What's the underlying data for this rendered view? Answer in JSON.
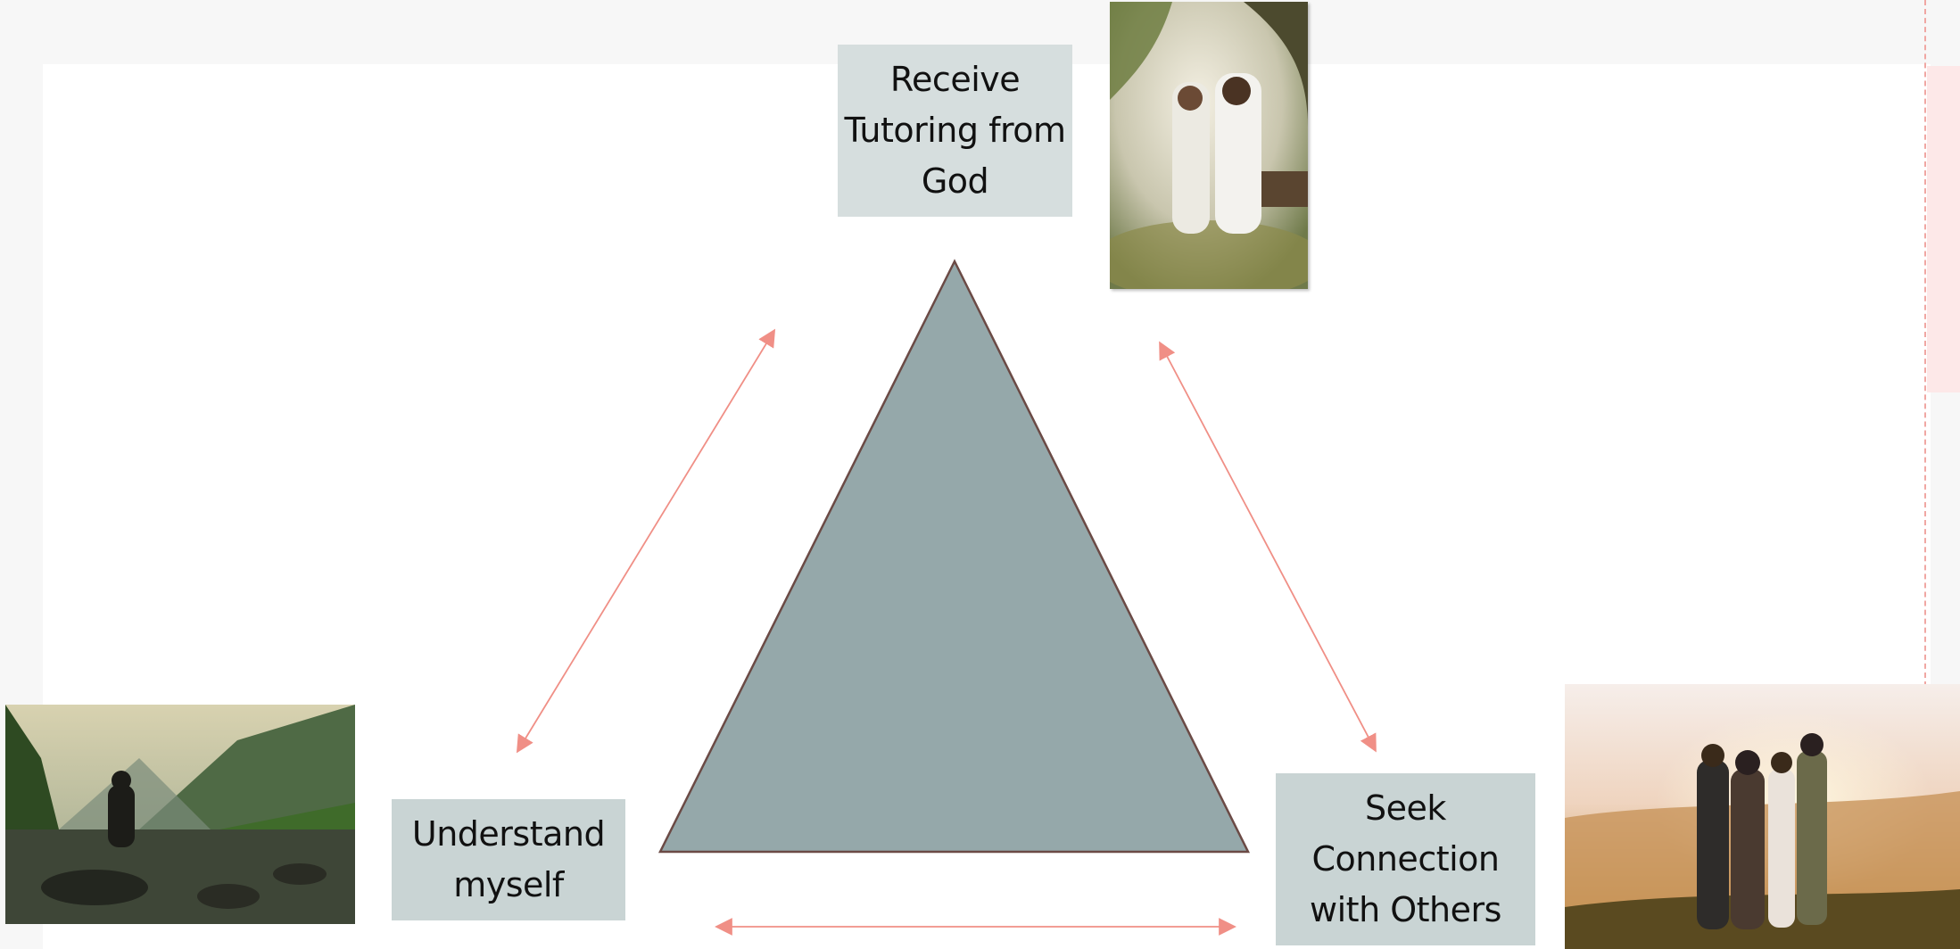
{
  "diagram": {
    "nodes": {
      "top": {
        "label": "Receive Tutoring from God"
      },
      "bottom_left": {
        "label": "Understand myself"
      },
      "bottom_right": {
        "label": "Seek Connection with Others"
      }
    },
    "colors": {
      "triangle_fill": "#95a8aa",
      "triangle_stroke": "#6b4a45",
      "arrow": "#f08f86",
      "label_box": "#c9d4d4"
    }
  },
  "images": {
    "top": "couple-seated-under-tree",
    "bottom_left": "person-meditating-by-river",
    "bottom_right": "friends-embracing-at-sunset"
  }
}
